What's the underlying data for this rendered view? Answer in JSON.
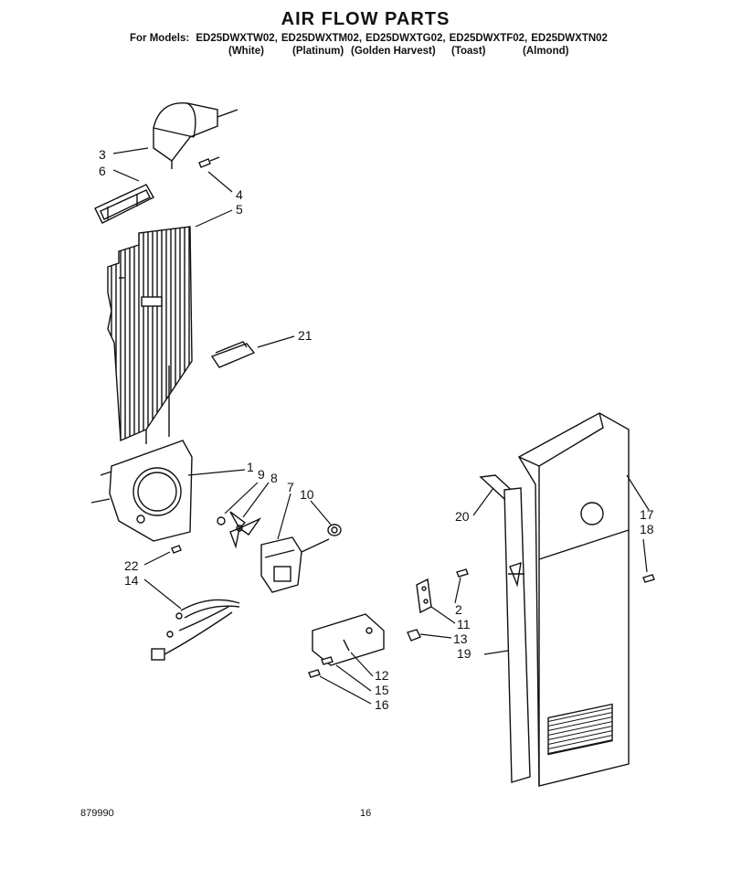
{
  "title": "AIR FLOW PARTS",
  "models_prefix": "For Models:",
  "models": [
    "ED25DWXTW02,",
    "ED25DWXTM02,",
    "ED25DWXTG02,",
    "ED25DWXTF02,",
    "ED25DWXTN02"
  ],
  "colors": [
    "(White)",
    "(Platinum)",
    "(Golden Harvest)",
    "(Toast)",
    "(Almond)"
  ],
  "callouts": [
    "1",
    "2",
    "3",
    "4",
    "5",
    "6",
    "7",
    "8",
    "9",
    "10",
    "11",
    "12",
    "13",
    "14",
    "15",
    "16",
    "17",
    "18",
    "19",
    "20",
    "21",
    "22"
  ],
  "footer": {
    "doc_number": "879990",
    "page_number": "16"
  }
}
